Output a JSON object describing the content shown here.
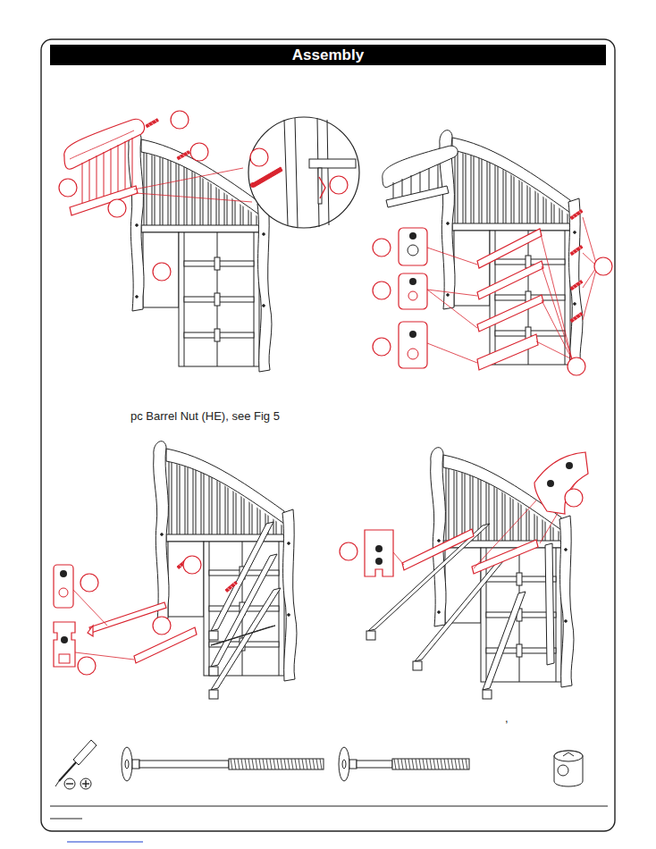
{
  "diagram": {
    "title": "Assembly",
    "labels": [
      "pc Barrel Nut (HE), see Fig 5",
      ","
    ]
  }
}
